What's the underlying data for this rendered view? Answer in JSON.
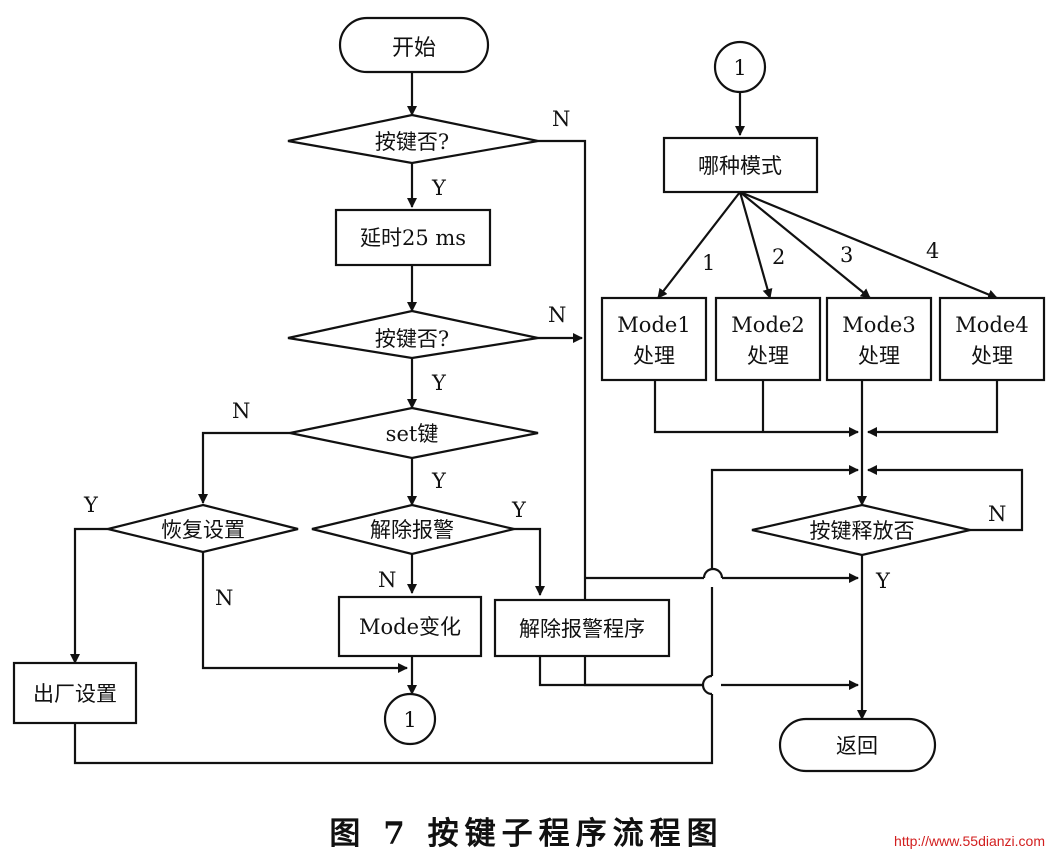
{
  "flowchart": {
    "start": "开始",
    "key_pressed_1": "按键否?",
    "delay": "延时25 ms",
    "key_pressed_2": "按键否?",
    "set_key": "set键",
    "restore_settings": "恢复设置",
    "clear_alarm": "解除报警",
    "mode_change": "Mode变化",
    "clear_alarm_program": "解除报警程序",
    "factory_settings": "出厂设置",
    "connector": "1",
    "connector_top": "1",
    "which_mode": "哪种模式",
    "modes": [
      {
        "name": "Mode1",
        "action": "处理",
        "branch": "1"
      },
      {
        "name": "Mode2",
        "action": "处理",
        "branch": "2"
      },
      {
        "name": "Mode3",
        "action": "处理",
        "branch": "3"
      },
      {
        "name": "Mode4",
        "action": "处理",
        "branch": "4"
      }
    ],
    "key_released": "按键释放否",
    "return": "返回",
    "yes": "Y",
    "no": "N"
  },
  "caption": "图 7  按键子程序流程图",
  "watermark": "http://www.55dianzi.com"
}
